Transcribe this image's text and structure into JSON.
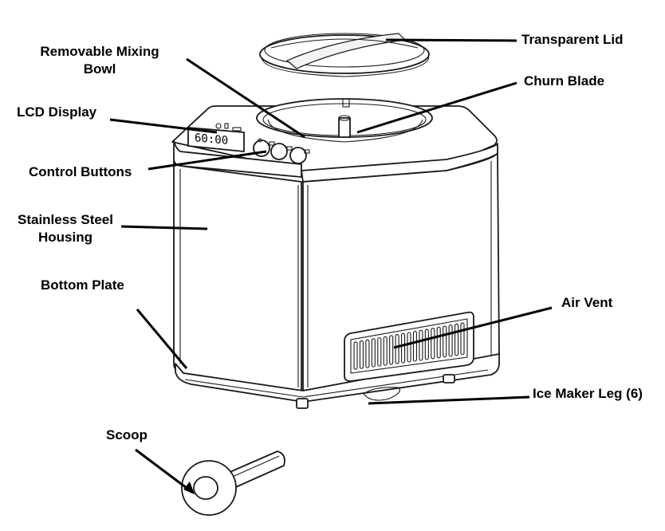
{
  "labels": {
    "transparent_lid": "Transparent Lid",
    "mixing_bowl_line1": "Removable Mixing",
    "mixing_bowl_line2": "Bowl",
    "churn_blade": "Churn Blade",
    "lcd_display": "LCD Display",
    "control_buttons": "Control Buttons",
    "housing_line1": "Stainless Steel",
    "housing_line2": "Housing",
    "bottom_plate": "Bottom Plate",
    "air_vent": "Air Vent",
    "ice_maker_leg": "Ice Maker Leg (6)",
    "scoop": "Scoop"
  },
  "lcd": {
    "digits": "60:00"
  },
  "colors": {
    "line": "#000000",
    "outline": "#1a1a1a",
    "background": "#ffffff"
  }
}
